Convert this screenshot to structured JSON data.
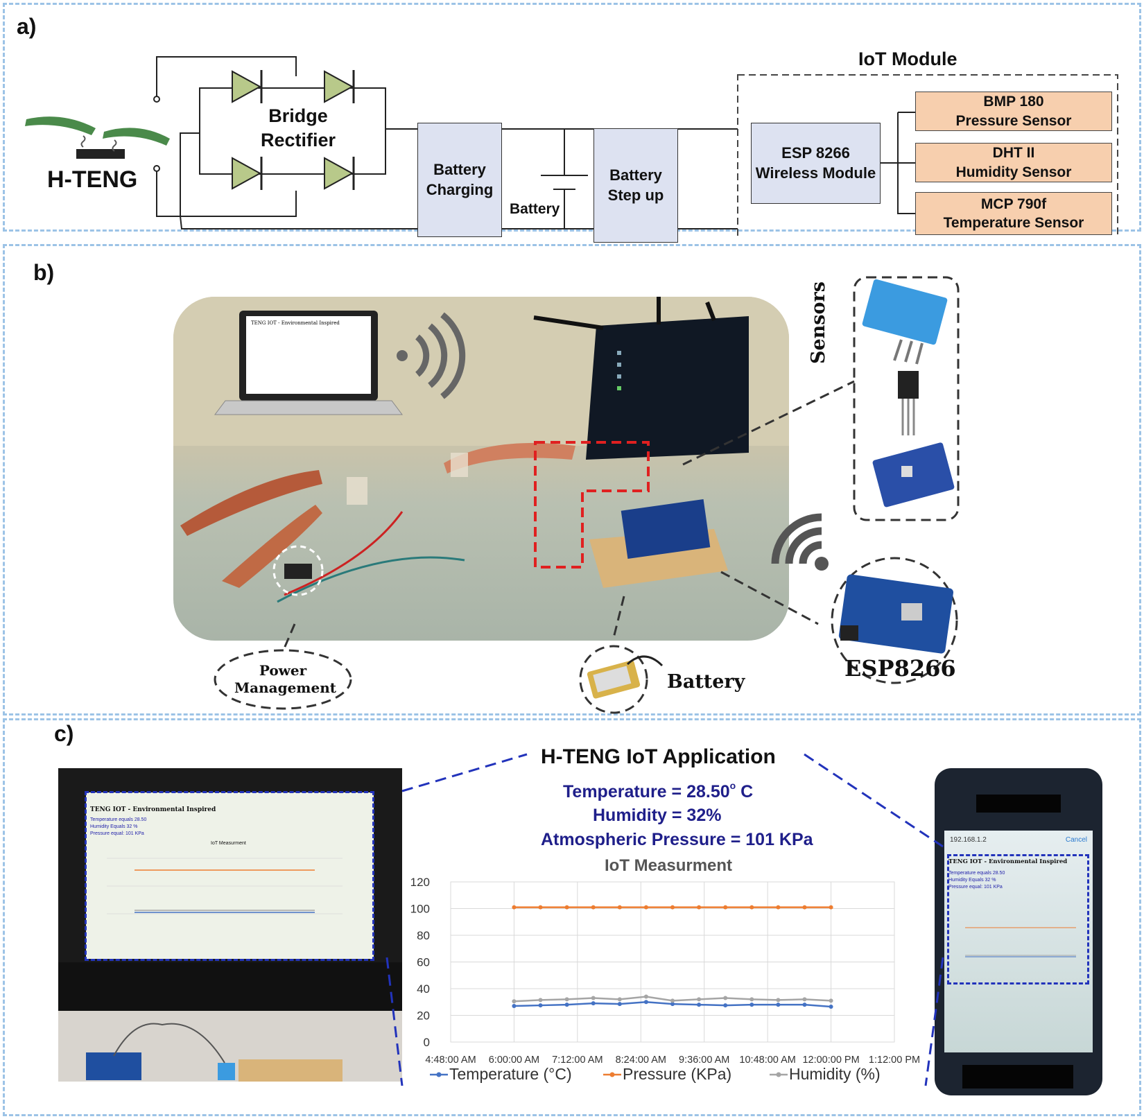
{
  "panel_a": {
    "label": "a)",
    "hteng_label": "H-TENG",
    "bridge_line1": "Bridge",
    "bridge_line2": "Rectifier",
    "battery_charging_line1": "Battery",
    "battery_charging_line2": "Charging",
    "battery_label": "Battery",
    "step_up_line1": "Battery",
    "step_up_line2": "Step up",
    "iot_module_title": "IoT Module",
    "esp_line1": "ESP 8266",
    "esp_line2": "Wireless Module",
    "sensors": [
      {
        "line1": "BMP 180",
        "line2": "Pressure Sensor"
      },
      {
        "line1": "DHT II",
        "line2": "Humidity Sensor"
      },
      {
        "line1": "MCP 790f",
        "line2": "Temperature Sensor"
      }
    ]
  },
  "panel_b": {
    "label": "b)",
    "sensors_label": "Sensors",
    "power_line1": "Power",
    "power_line2": "Management",
    "battery_label": "Battery",
    "esp_label": "ESP8266",
    "laptop_title": "TENG IOT - Environmental Inspired"
  },
  "panel_c": {
    "label": "c)",
    "app_title": "H-TENG IoT Application",
    "temperature": "Temperature = 28.50",
    "temperature_unit": "C",
    "humidity": "Humidity = 32%",
    "pressure": "Atmospheric Pressure = 101 KPa",
    "monitor_title": "TENG IOT - Environmental Inspired",
    "monitor_lines": [
      "Temperature equals      28.50",
      "Humidity Equals 32 %",
      "Pressure equal: 101 KPa"
    ],
    "monitor_chart_title": "IoT Measurment",
    "phone_ip": "192.168.1.2",
    "phone_cancel": "Cancel",
    "phone_title": "TENG IOT - Environmental Inspired",
    "phone_lines": [
      "Temperature equals      28.50",
      "Humidity Equals 32 %",
      "Pressure equal: 101 KPa"
    ]
  },
  "chart_data": {
    "type": "line",
    "title": "IoT Measurment",
    "xlabel": "",
    "ylabel": "",
    "ylim": [
      0,
      120
    ],
    "yticks": [
      0,
      20,
      40,
      60,
      80,
      100,
      120
    ],
    "xticks": [
      "4:48:00 AM",
      "6:00:00 AM",
      "7:12:00 AM",
      "8:24:00 AM",
      "9:36:00 AM",
      "10:48:00 AM",
      "12:00:00 PM",
      "1:12:00 PM"
    ],
    "x": [
      "6:00 AM",
      "6:30 AM",
      "7:00 AM",
      "7:30 AM",
      "8:00 AM",
      "8:30 AM",
      "9:00 AM",
      "9:30 AM",
      "10:00 AM",
      "10:30 AM",
      "11:00 AM",
      "11:30 AM",
      "12:00 PM"
    ],
    "grid": true,
    "legend": "bottom",
    "series": [
      {
        "name": "Temperature (°C)",
        "color": "#4472c4",
        "values": [
          27,
          27.5,
          28,
          29,
          28.5,
          30,
          28.5,
          28,
          27.5,
          28,
          28,
          28,
          26.5
        ]
      },
      {
        "name": "Pressure (KPa)",
        "color": "#ed7d31",
        "values": [
          101,
          101,
          101,
          101,
          101,
          101,
          101,
          101,
          101,
          101,
          101,
          101,
          101
        ]
      },
      {
        "name": "Humidity (%)",
        "color": "#a5a5a5",
        "values": [
          30.5,
          31.5,
          32,
          33,
          32,
          34,
          31,
          32,
          33,
          32,
          31.5,
          32,
          31
        ]
      }
    ]
  }
}
